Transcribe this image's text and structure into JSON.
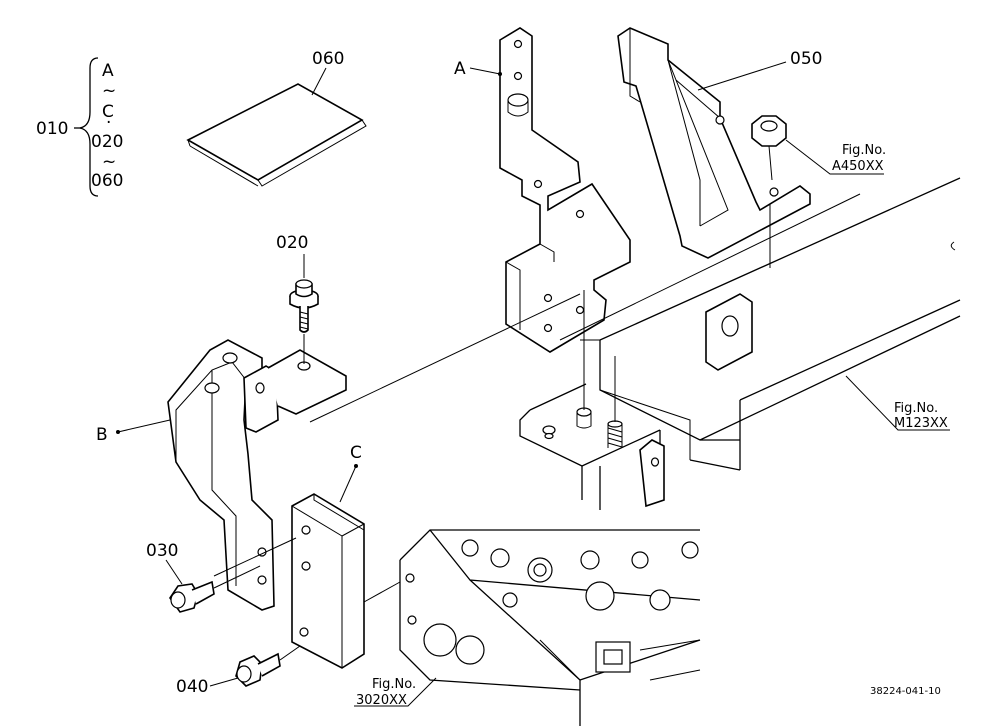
{
  "group": {
    "id": "010",
    "range": [
      "A",
      "~",
      "C",
      "·",
      "020",
      "~",
      "060"
    ]
  },
  "parts": {
    "p020": "020",
    "p030": "030",
    "p040": "040",
    "p050": "050",
    "p060": "060",
    "a": "A",
    "b": "B",
    "c": "C"
  },
  "refs": {
    "a450": {
      "label": "Fig.No.",
      "code": "A450XX"
    },
    "m123": {
      "label": "Fig.No.",
      "code": "M123XX"
    },
    "f3020": {
      "label": "Fig.No.",
      "code": "3020XX"
    }
  },
  "drawing_number": "38224-041-10"
}
